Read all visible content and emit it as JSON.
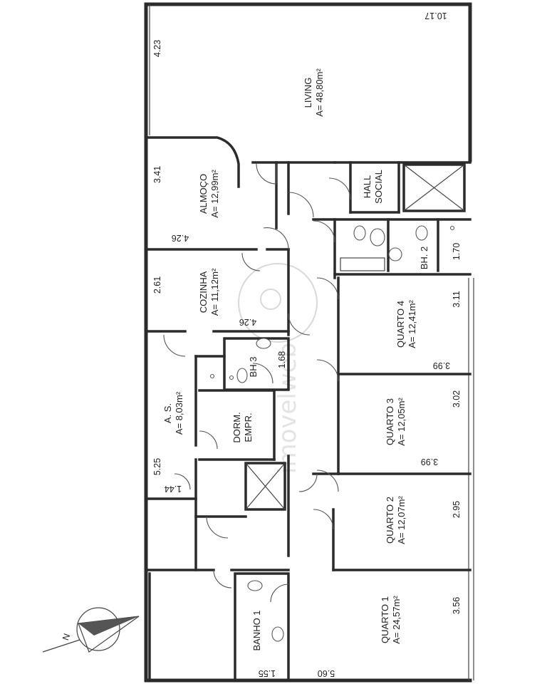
{
  "rooms": {
    "living": {
      "name": "LIVING",
      "area": "A= 48,80m²"
    },
    "almoco": {
      "name": "ALMOÇO",
      "area": "A= 12,99m²"
    },
    "cozinha": {
      "name": "COZINHA",
      "area": "A= 11,12m²"
    },
    "as": {
      "name": "A. S.",
      "area": "A= 8,03m²"
    },
    "dorm": {
      "name": "DORM.",
      "name2": "EMPR."
    },
    "hall": {
      "name": "HALL",
      "name2": "SOCIAL"
    },
    "quarto4": {
      "name": "QUARTO 4",
      "area": "A= 12,41m²"
    },
    "quarto3": {
      "name": "QUARTO 3",
      "area": "A= 12,05m²"
    },
    "quarto2": {
      "name": "QUARTO 2",
      "area": "A= 12,07m²"
    },
    "quarto1": {
      "name": "QUARTO 1",
      "area": "A= 24,57m²"
    },
    "bh2": {
      "name": "BH. 2"
    },
    "bh3": {
      "name": "BH 3"
    },
    "banho1": {
      "name": "BANHO 1"
    }
  },
  "dimensions": {
    "living_width": "10.17",
    "living_depth": "4.23",
    "almoco_depth": "3.41",
    "almoco_width": "4.26",
    "cozinha_depth": "2.61",
    "cozinha_width": "4.26",
    "as_depth": "5.25",
    "small_1_44": "1.44",
    "bh3_1_68": "1.68",
    "bh2_1_70": "1.70",
    "q4_depth": "3.11",
    "q4_width": "3.99",
    "q3_depth": "3.02",
    "q3_width": "3.99",
    "q2_depth": "2.95",
    "q1_depth": "3.56",
    "q1_width": "5.60",
    "banho_1_55": "1.55"
  }
}
